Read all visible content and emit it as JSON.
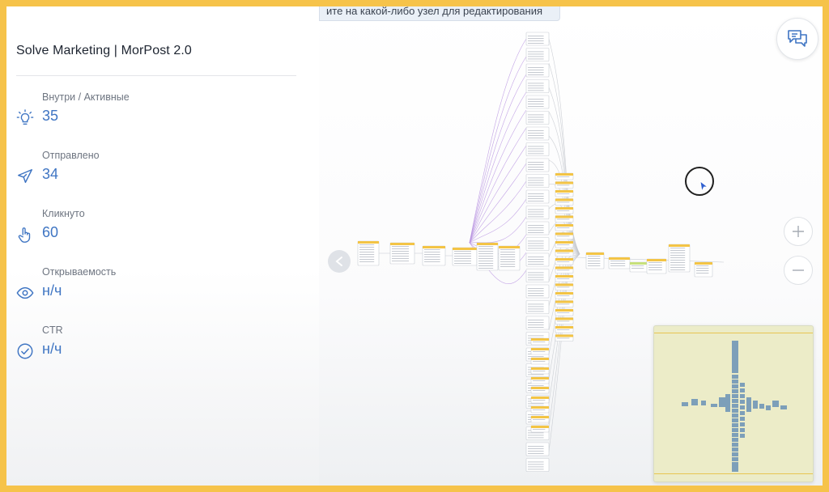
{
  "panel": {
    "title": "Solve Marketing | MorPost 2.0",
    "stats": [
      {
        "label": "Внутри / Активные",
        "value": "35",
        "icon": "lightbulb-icon"
      },
      {
        "label": "Отправлено",
        "value": "34",
        "icon": "paper-plane-icon"
      },
      {
        "label": "Кликнуто",
        "value": "60",
        "icon": "hand-pointer-icon"
      },
      {
        "label": "Открываемость",
        "value": "н/ч",
        "icon": "eye-icon"
      },
      {
        "label": "CTR",
        "value": "н/ч",
        "icon": "check-circle-icon"
      }
    ]
  },
  "canvas": {
    "hint": "ите на какой-либо узел для редактирования",
    "chat_icon": "chat-bubbles-icon",
    "zoom_in_icon": "plus-icon",
    "zoom_out_icon": "minus-icon",
    "back_icon": "chevron-left-icon"
  },
  "colors": {
    "accent": "#3f75c3",
    "node_header": "#f3c445",
    "node_header_green": "#c7e07a",
    "edge_purple": "#b58fe0",
    "minimap_bg": "#ececc8",
    "minimap_node": "#7d9fb9"
  }
}
